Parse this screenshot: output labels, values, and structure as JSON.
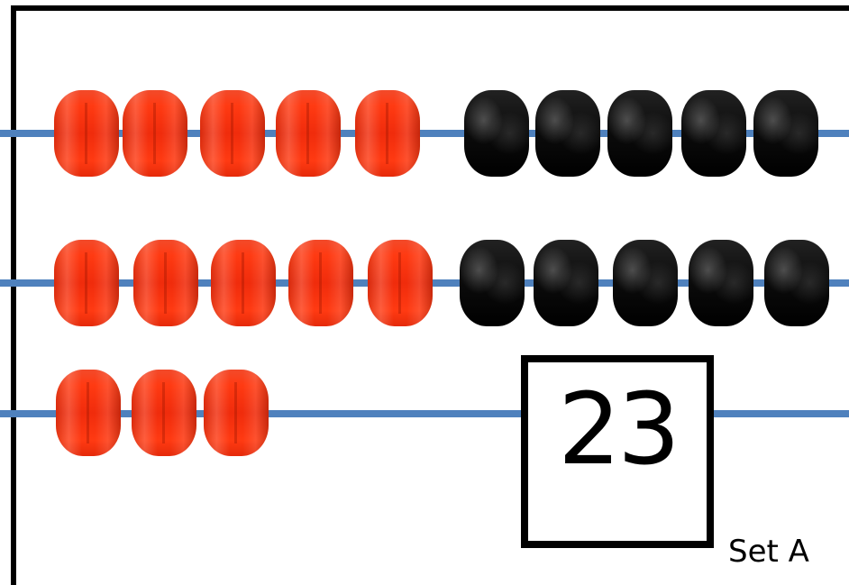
{
  "abacus": {
    "rows": [
      {
        "red_beads": 5,
        "black_beads": 5
      },
      {
        "red_beads": 5,
        "black_beads": 5
      },
      {
        "red_beads": 3,
        "black_beads": 0
      }
    ]
  },
  "answer": "23",
  "set_label": "Set A",
  "colors": {
    "rod": "#4f81bd",
    "red_bead": "#ff3a12",
    "black_bead": "#0b0b0b"
  }
}
